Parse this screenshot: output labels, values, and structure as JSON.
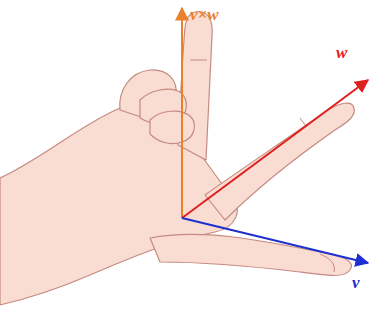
{
  "diagram": {
    "labels": [
      "v×w",
      "w",
      "v"
    ]
  }
}
